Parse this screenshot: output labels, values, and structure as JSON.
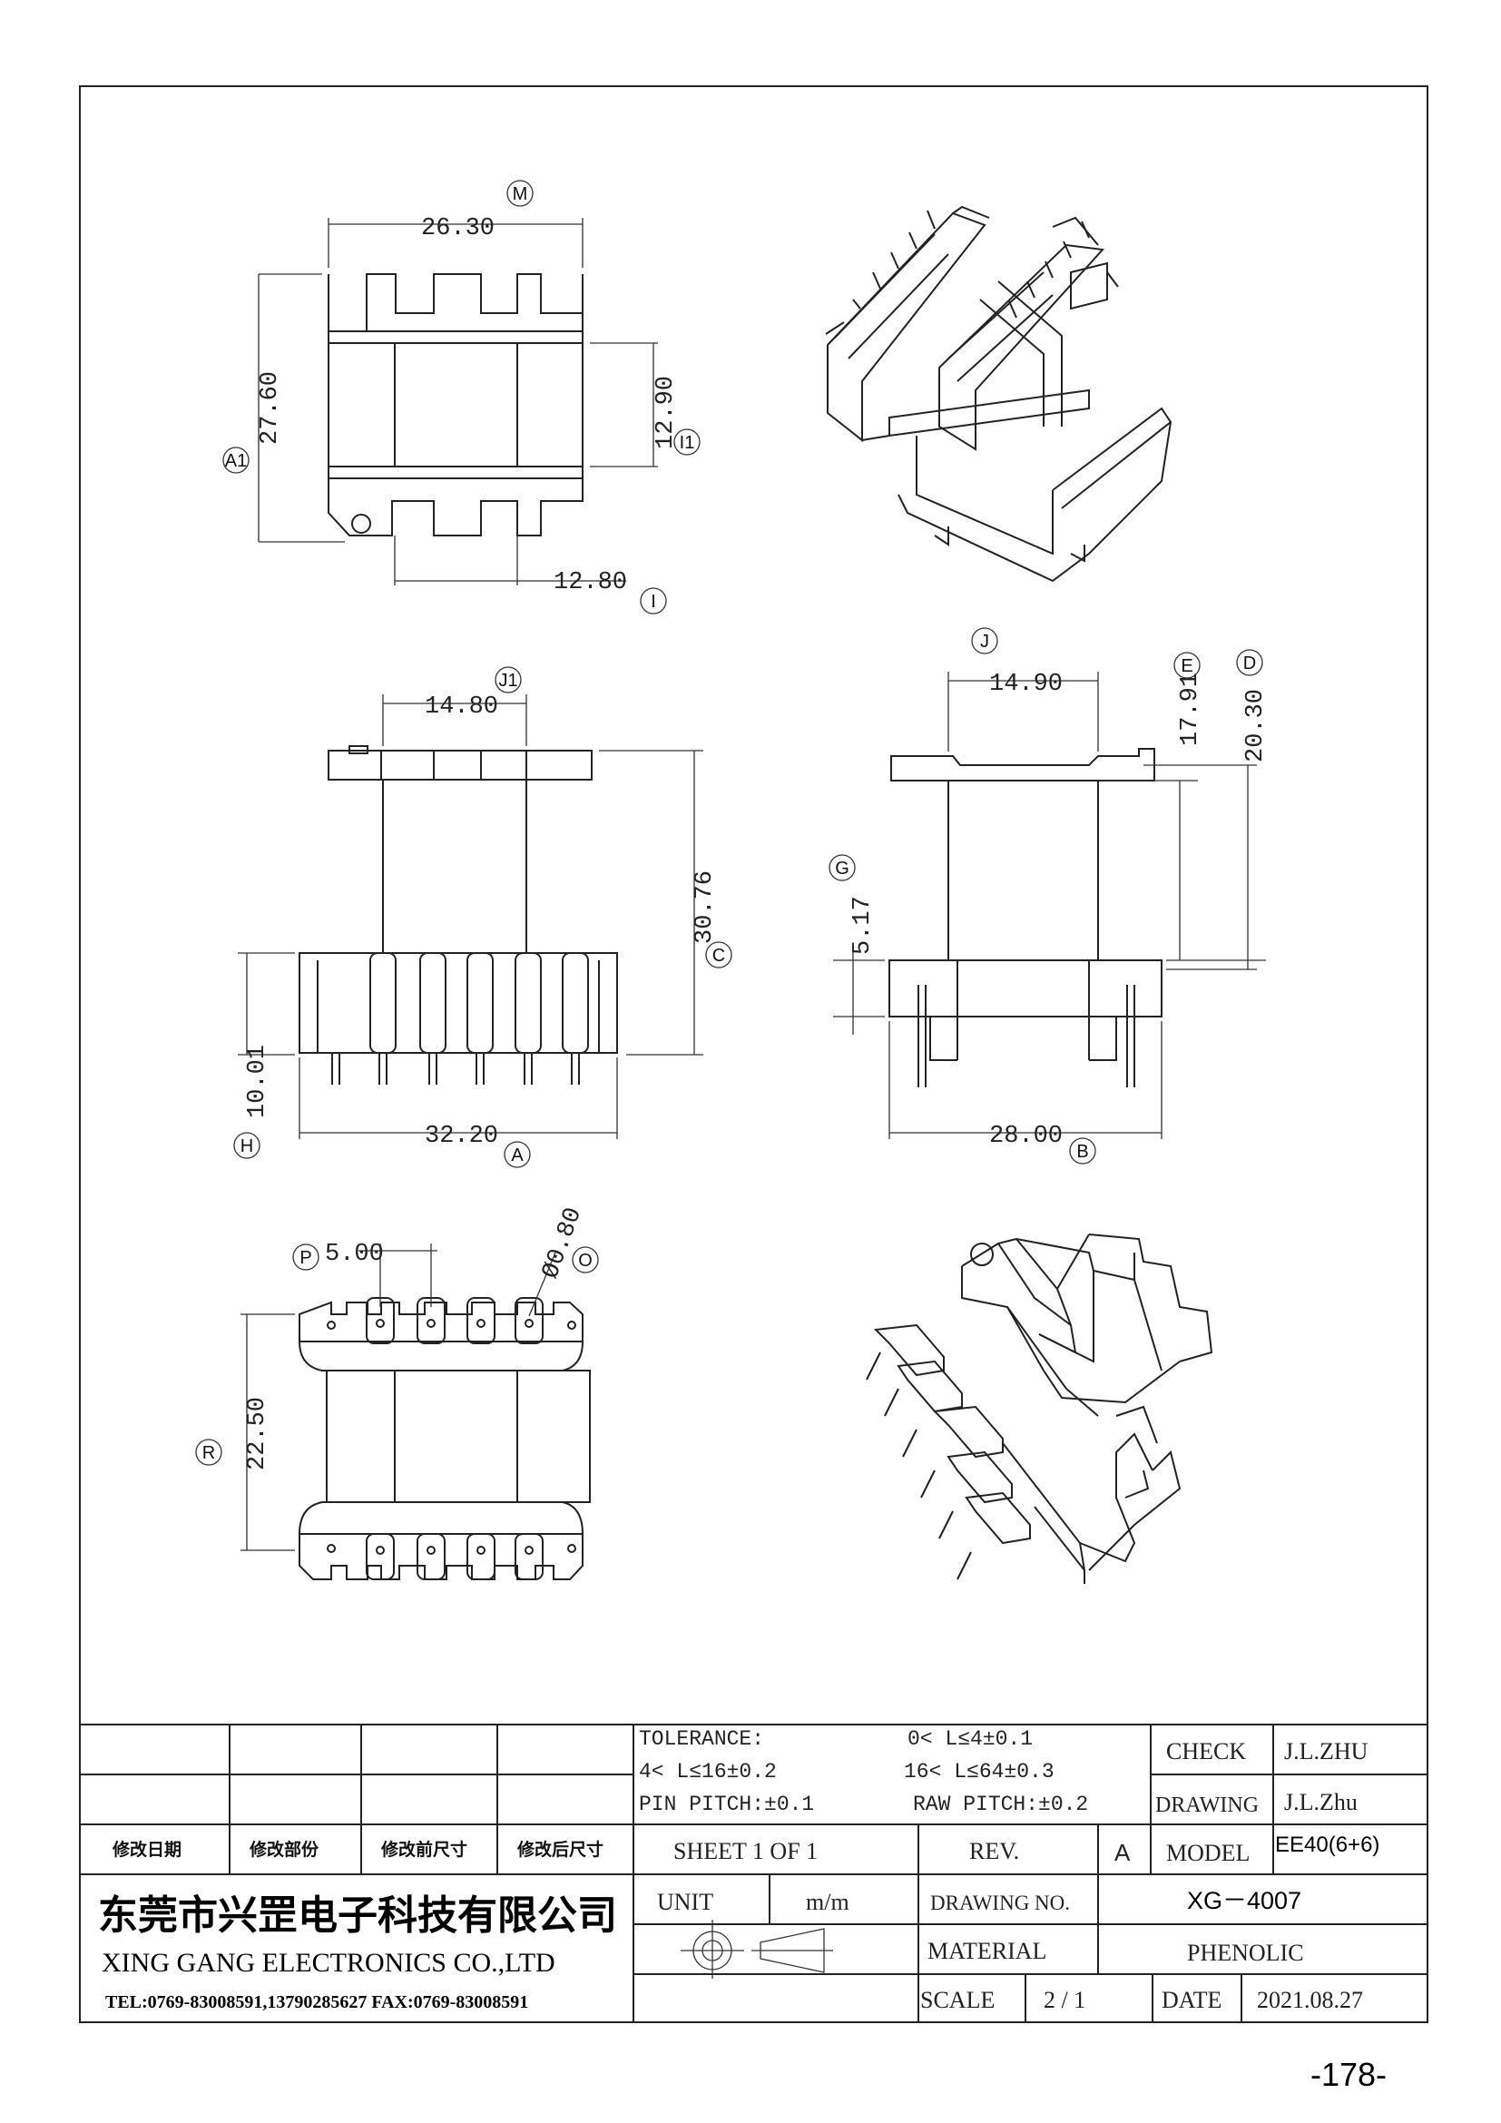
{
  "dimensions": {
    "top_width": "26.30",
    "top_height": "27.60",
    "top_inner_height": "12.90",
    "top_inner_width": "12.80",
    "front_top_width": "14.80",
    "front_height": "30.76",
    "front_base_height": "10.01",
    "front_width": "32.20",
    "side_top_width": "14.90",
    "side_h1": "17.91",
    "side_h2": "20.30",
    "side_pin": "5.17",
    "side_width": "28.00",
    "bottom_pitch": "5.00",
    "bottom_pin_dia": "Ø0.80",
    "bottom_height": "22.50"
  },
  "labels": {
    "M": "M",
    "A1": "A1",
    "I1": "I1",
    "I": "I",
    "J1": "J1",
    "C": "C",
    "H": "H",
    "A": "A",
    "J": "J",
    "E": "E",
    "D": "D",
    "G": "G",
    "B": "B",
    "P": "P",
    "O": "O",
    "R": "R"
  },
  "title_block": {
    "tolerance_title": "TOLERANCE:",
    "tol_1": "0< L≤4±0.1",
    "tol_2": "4< L≤16±0.2",
    "tol_3": "16< L≤64±0.3",
    "pin_pitch": "PIN PITCH:±0.1",
    "raw_pitch": "RAW PITCH:±0.2",
    "check_label": "CHECK",
    "check_value": "J.L.ZHU",
    "drawing_label": "DRAWING",
    "drawing_value": "J.L.Zhu",
    "rev_date_col": "修改日期",
    "rev_part_col": "修改部份",
    "rev_before_col": "修改前尺寸",
    "rev_after_col": "修改后尺寸",
    "sheet": "SHEET 1 OF 1",
    "rev_label": "REV.",
    "rev_value": "A",
    "model_label": "MODEL",
    "model_value": "EE40(6+6)",
    "unit_label": "UNIT",
    "unit_value": "m/m",
    "drawing_no_label": "DRAWING NO.",
    "drawing_no_value": "XG－4007",
    "material_label": "MATERIAL",
    "material_value": "PHENOLIC",
    "scale_label": "SCALE",
    "scale_value": "2 / 1",
    "date_label": "DATE",
    "date_value": "2021.08.27",
    "company_cn": "东莞市兴罡电子科技有限公司",
    "company_en": "XING GANG ELECTRONICS CO.,LTD",
    "company_tel": "TEL:0769-83008591,13790285627 FAX:0769-83008591"
  },
  "page_number": "-178-"
}
